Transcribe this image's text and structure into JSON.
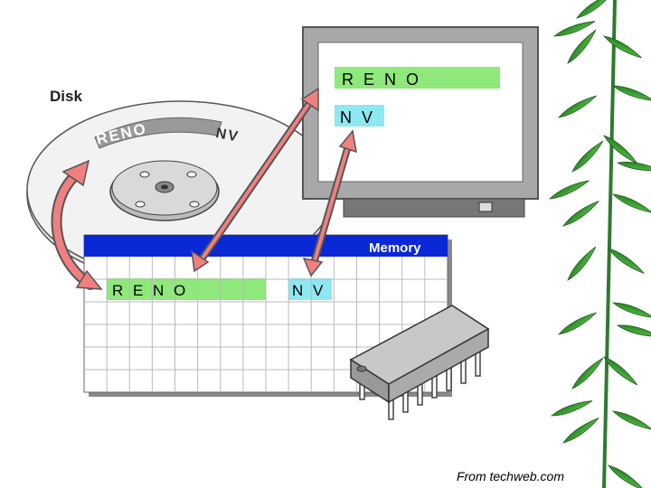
{
  "disk": {
    "label": "Disk",
    "word1": "RENO",
    "word2": "NV"
  },
  "monitor": {
    "line1": "R E N O",
    "line2": "N V"
  },
  "memory": {
    "title": "Memory",
    "row_text1": "R E N O",
    "row_text2": "N V"
  },
  "credit": "From techweb.com",
  "colors": {
    "memory_header": "#0a28d6",
    "highlight_green": "#8ee87a",
    "highlight_cyan": "#8ee8f2",
    "arrow": "#f08080",
    "bamboo": "#2f9a2f"
  }
}
